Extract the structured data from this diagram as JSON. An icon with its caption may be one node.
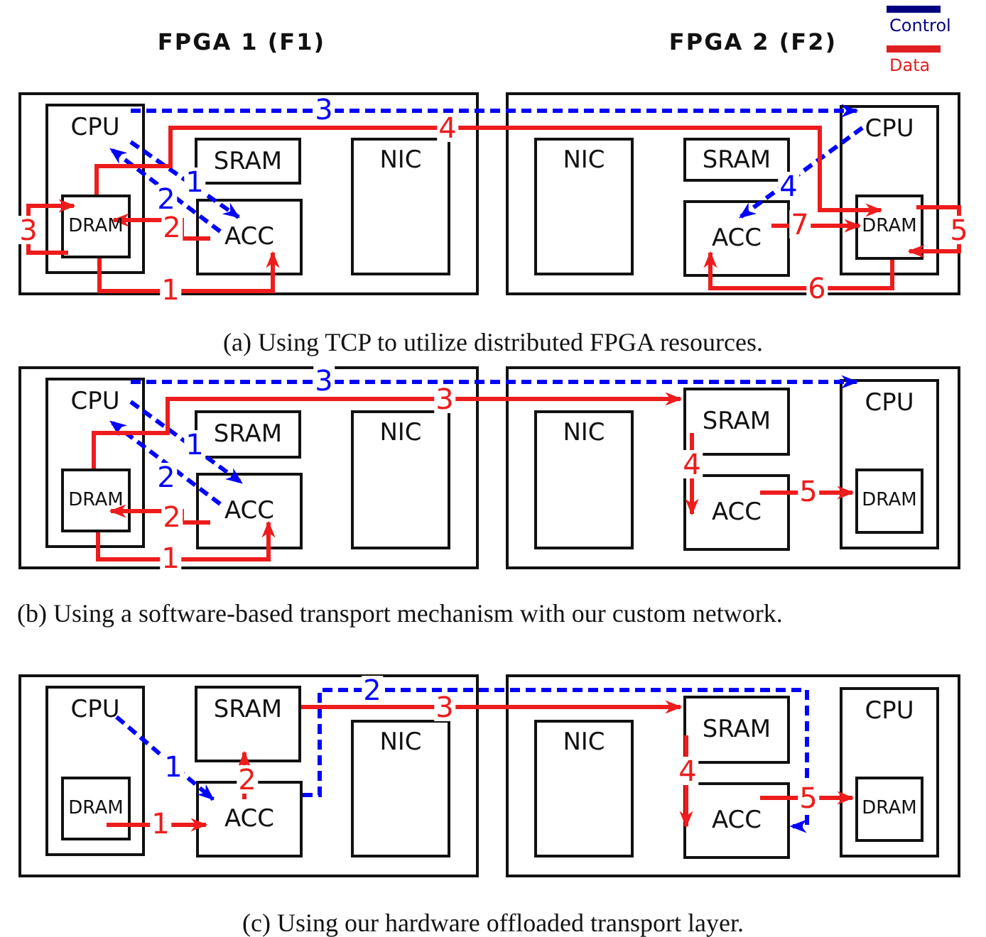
{
  "diagram": {
    "nodes": [
      {
        "text": [],
        "shape": "box"
      },
      {
        "text": [
          "CPU"
        ],
        "in": 0
      },
      {
        "text": [
          "DRAM"
        ],
        "in": 1
      },
      {
        "text": [
          "SRAM"
        ],
        "in": 0
      },
      {
        "text": [
          "ACC"
        ],
        "in": 0
      },
      {
        "text": [
          "NIC"
        ],
        "in": 0
      },
      {
        "text": [],
        "shape": "box"
      },
      {
        "text": [
          "NIC"
        ],
        "in": 6
      },
      {
        "text": [
          "SRAM"
        ],
        "in": 6
      },
      {
        "text": [
          "ACC"
        ],
        "in": 6
      },
      {
        "text": [
          "CPU"
        ],
        "in": 6
      },
      {
        "text": [
          "DRAM"
        ],
        "in": 10
      },
      {
        "text": [],
        "shape": "box"
      },
      {
        "text": [
          "CPU"
        ],
        "in": 12
      },
      {
        "text": [
          "DRAM"
        ],
        "in": 13
      },
      {
        "text": [
          "SRAM"
        ],
        "in": 12
      },
      {
        "text": [
          "ACC"
        ],
        "in": 12
      },
      {
        "text": [
          "NIC"
        ],
        "in": 12
      },
      {
        "text": [],
        "shape": "box"
      },
      {
        "text": [
          "NIC"
        ],
        "in": 18
      },
      {
        "text": [
          "SRAM"
        ],
        "in": 18
      },
      {
        "text": [
          "ACC"
        ],
        "in": 18
      },
      {
        "text": [
          "CPU"
        ],
        "in": 18
      },
      {
        "text": [
          "DRAM"
        ],
        "in": 22
      },
      {
        "text": [],
        "shape": "box"
      },
      {
        "text": [
          "CPU"
        ],
        "in": 24
      },
      {
        "text": [
          "DRAM"
        ],
        "in": 25
      },
      {
        "text": [
          "SRAM"
        ],
        "in": 24
      },
      {
        "text": [
          "ACC"
        ],
        "in": 24
      },
      {
        "text": [
          "NIC"
        ],
        "in": 24
      },
      {
        "text": [],
        "shape": "box"
      },
      {
        "text": [
          "NIC"
        ],
        "in": 30
      },
      {
        "text": [
          "SRAM"
        ],
        "in": 30
      },
      {
        "text": [
          "ACC"
        ],
        "in": 30
      },
      {
        "text": [
          "CPU"
        ],
        "in": 30
      },
      {
        "text": [
          "DRAM"
        ],
        "in": 34
      }
    ],
    "edges": [
      {
        "from": 1,
        "to": 4,
        "arrow": "to",
        "label": "1",
        "style": "dashed",
        "color": "#0000ff"
      },
      {
        "from": 4,
        "to": 1,
        "arrow": "to",
        "label": "2",
        "style": "dashed",
        "color": "#0000ff"
      },
      {
        "from": 1,
        "to": 10,
        "arrow": "to",
        "label": "3",
        "style": "dashed",
        "color": "#0000ff"
      },
      {
        "from": 10,
        "to": 9,
        "arrow": "to",
        "label": "4",
        "style": "dashed",
        "color": "#0000ff"
      },
      {
        "from": 2,
        "to": 4,
        "arrow": "to",
        "label": "1"
      },
      {
        "from": 4,
        "to": 2,
        "arrow": "to",
        "label": "2"
      },
      {
        "from": 2,
        "to": 2,
        "arrow": "to",
        "label": "3"
      },
      {
        "from": 2,
        "to": 11,
        "arrow": "to",
        "label": "4"
      },
      {
        "from": 11,
        "to": 11,
        "arrow": "to",
        "label": "5"
      },
      {
        "from": 11,
        "to": 9,
        "arrow": "to",
        "label": "6"
      },
      {
        "from": 9,
        "to": 11,
        "arrow": "to",
        "label": "7"
      },
      {
        "from": 13,
        "to": 16,
        "arrow": "to",
        "label": "1",
        "style": "dashed",
        "color": "#0000ff"
      },
      {
        "from": 16,
        "to": 13,
        "arrow": "to",
        "label": "2",
        "style": "dashed",
        "color": "#0000ff"
      },
      {
        "from": 13,
        "to": 22,
        "arrow": "to",
        "label": "3",
        "style": "dashed",
        "color": "#0000ff"
      },
      {
        "from": 14,
        "to": 16,
        "arrow": "to",
        "label": "1"
      },
      {
        "from": 16,
        "to": 14,
        "arrow": "to",
        "label": "2"
      },
      {
        "from": 14,
        "to": 20,
        "arrow": "to",
        "label": "3"
      },
      {
        "from": 20,
        "to": 21,
        "arrow": "to",
        "label": "4"
      },
      {
        "from": 21,
        "to": 23,
        "arrow": "to",
        "label": "5"
      },
      {
        "from": 25,
        "to": 28,
        "arrow": "to",
        "label": "1",
        "style": "dashed",
        "color": "#0000ff"
      },
      {
        "from": 28,
        "to": 33,
        "arrow": "to",
        "label": "2",
        "style": "dashed",
        "color": "#0000ff"
      },
      {
        "from": 26,
        "to": 28,
        "arrow": "to",
        "label": "1"
      },
      {
        "from": 28,
        "to": 27,
        "arrow": "to",
        "label": "2"
      },
      {
        "from": 27,
        "to": 32,
        "arrow": "to",
        "label": "3"
      },
      {
        "from": 32,
        "to": 33,
        "arrow": "to",
        "label": "4"
      },
      {
        "from": 33,
        "to": 35,
        "arrow": "to",
        "label": "5"
      }
    ],
    "labels": [
      "FPGA 1 (F1)",
      "FPGA 2 (F2)",
      "(a) Using TCP to utilize distributed FPGA resources.",
      "(b) Using a software-based transport mechanism with our custom network.",
      "(c) Using our hardware offloaded transport layer."
    ],
    "legend": [
      {
        "text": "Control",
        "color": "#000080"
      },
      {
        "text": "Data",
        "color": "#e02020"
      }
    ]
  }
}
